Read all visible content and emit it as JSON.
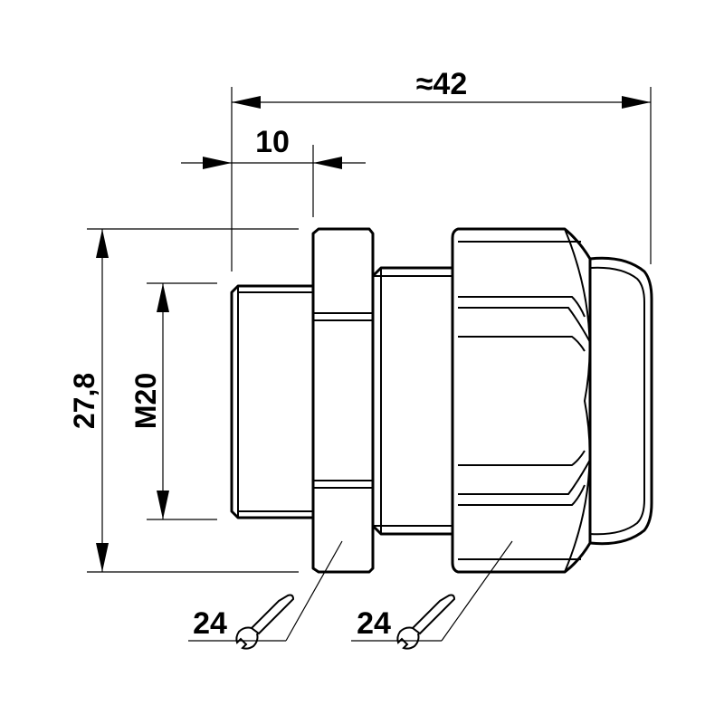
{
  "dimensions": {
    "overall_length": "≈42",
    "thread_length": "10",
    "overall_height": "27,8",
    "thread_size": "M20",
    "wrench_size_body": "24",
    "wrench_size_nut": "24"
  }
}
